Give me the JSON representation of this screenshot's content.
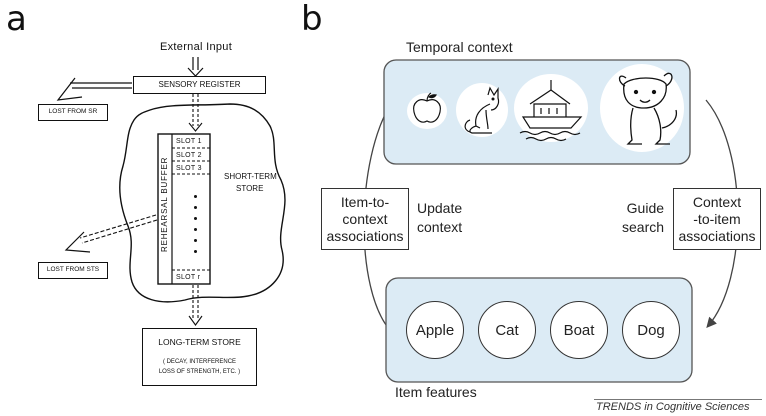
{
  "panel_a": {
    "letter": "a",
    "external_input": "External Input",
    "sensory_register": "SENSORY REGISTER",
    "lost_from_sr": "LOST FROM SR",
    "rehearsal_buffer": "REHEARSAL BUFFER",
    "slots": [
      "SLOT 1",
      "SLOT 2",
      "SLOT 3",
      "SLOT r"
    ],
    "short_term_store": [
      "SHORT-TERM",
      "STORE"
    ],
    "lost_from_sts": "LOST FROM STS",
    "long_term_store": "LONG-TERM STORE",
    "lts_note": [
      "( DECAY, INTERFERENCE",
      "LOSS OF STRENGTH, ETC. )"
    ]
  },
  "panel_b": {
    "letter": "b",
    "temporal_context": "Temporal context",
    "item_features": "Item features",
    "item_to_context": [
      "Item-to-",
      "context",
      "associations"
    ],
    "update_context": [
      "Update",
      "context"
    ],
    "guide_search": [
      "Guide",
      "search"
    ],
    "context_to_item": [
      "Context",
      "-to-item",
      "associations"
    ],
    "items": [
      "Apple",
      "Cat",
      "Boat",
      "Dog"
    ],
    "context_icons": [
      "apple-icon",
      "cat-icon",
      "boat-icon",
      "dog-icon"
    ],
    "colors": {
      "panel_fill": "#dcebf5",
      "panel_border": "#555555"
    },
    "credit": "TRENDS in Cognitive Sciences"
  }
}
